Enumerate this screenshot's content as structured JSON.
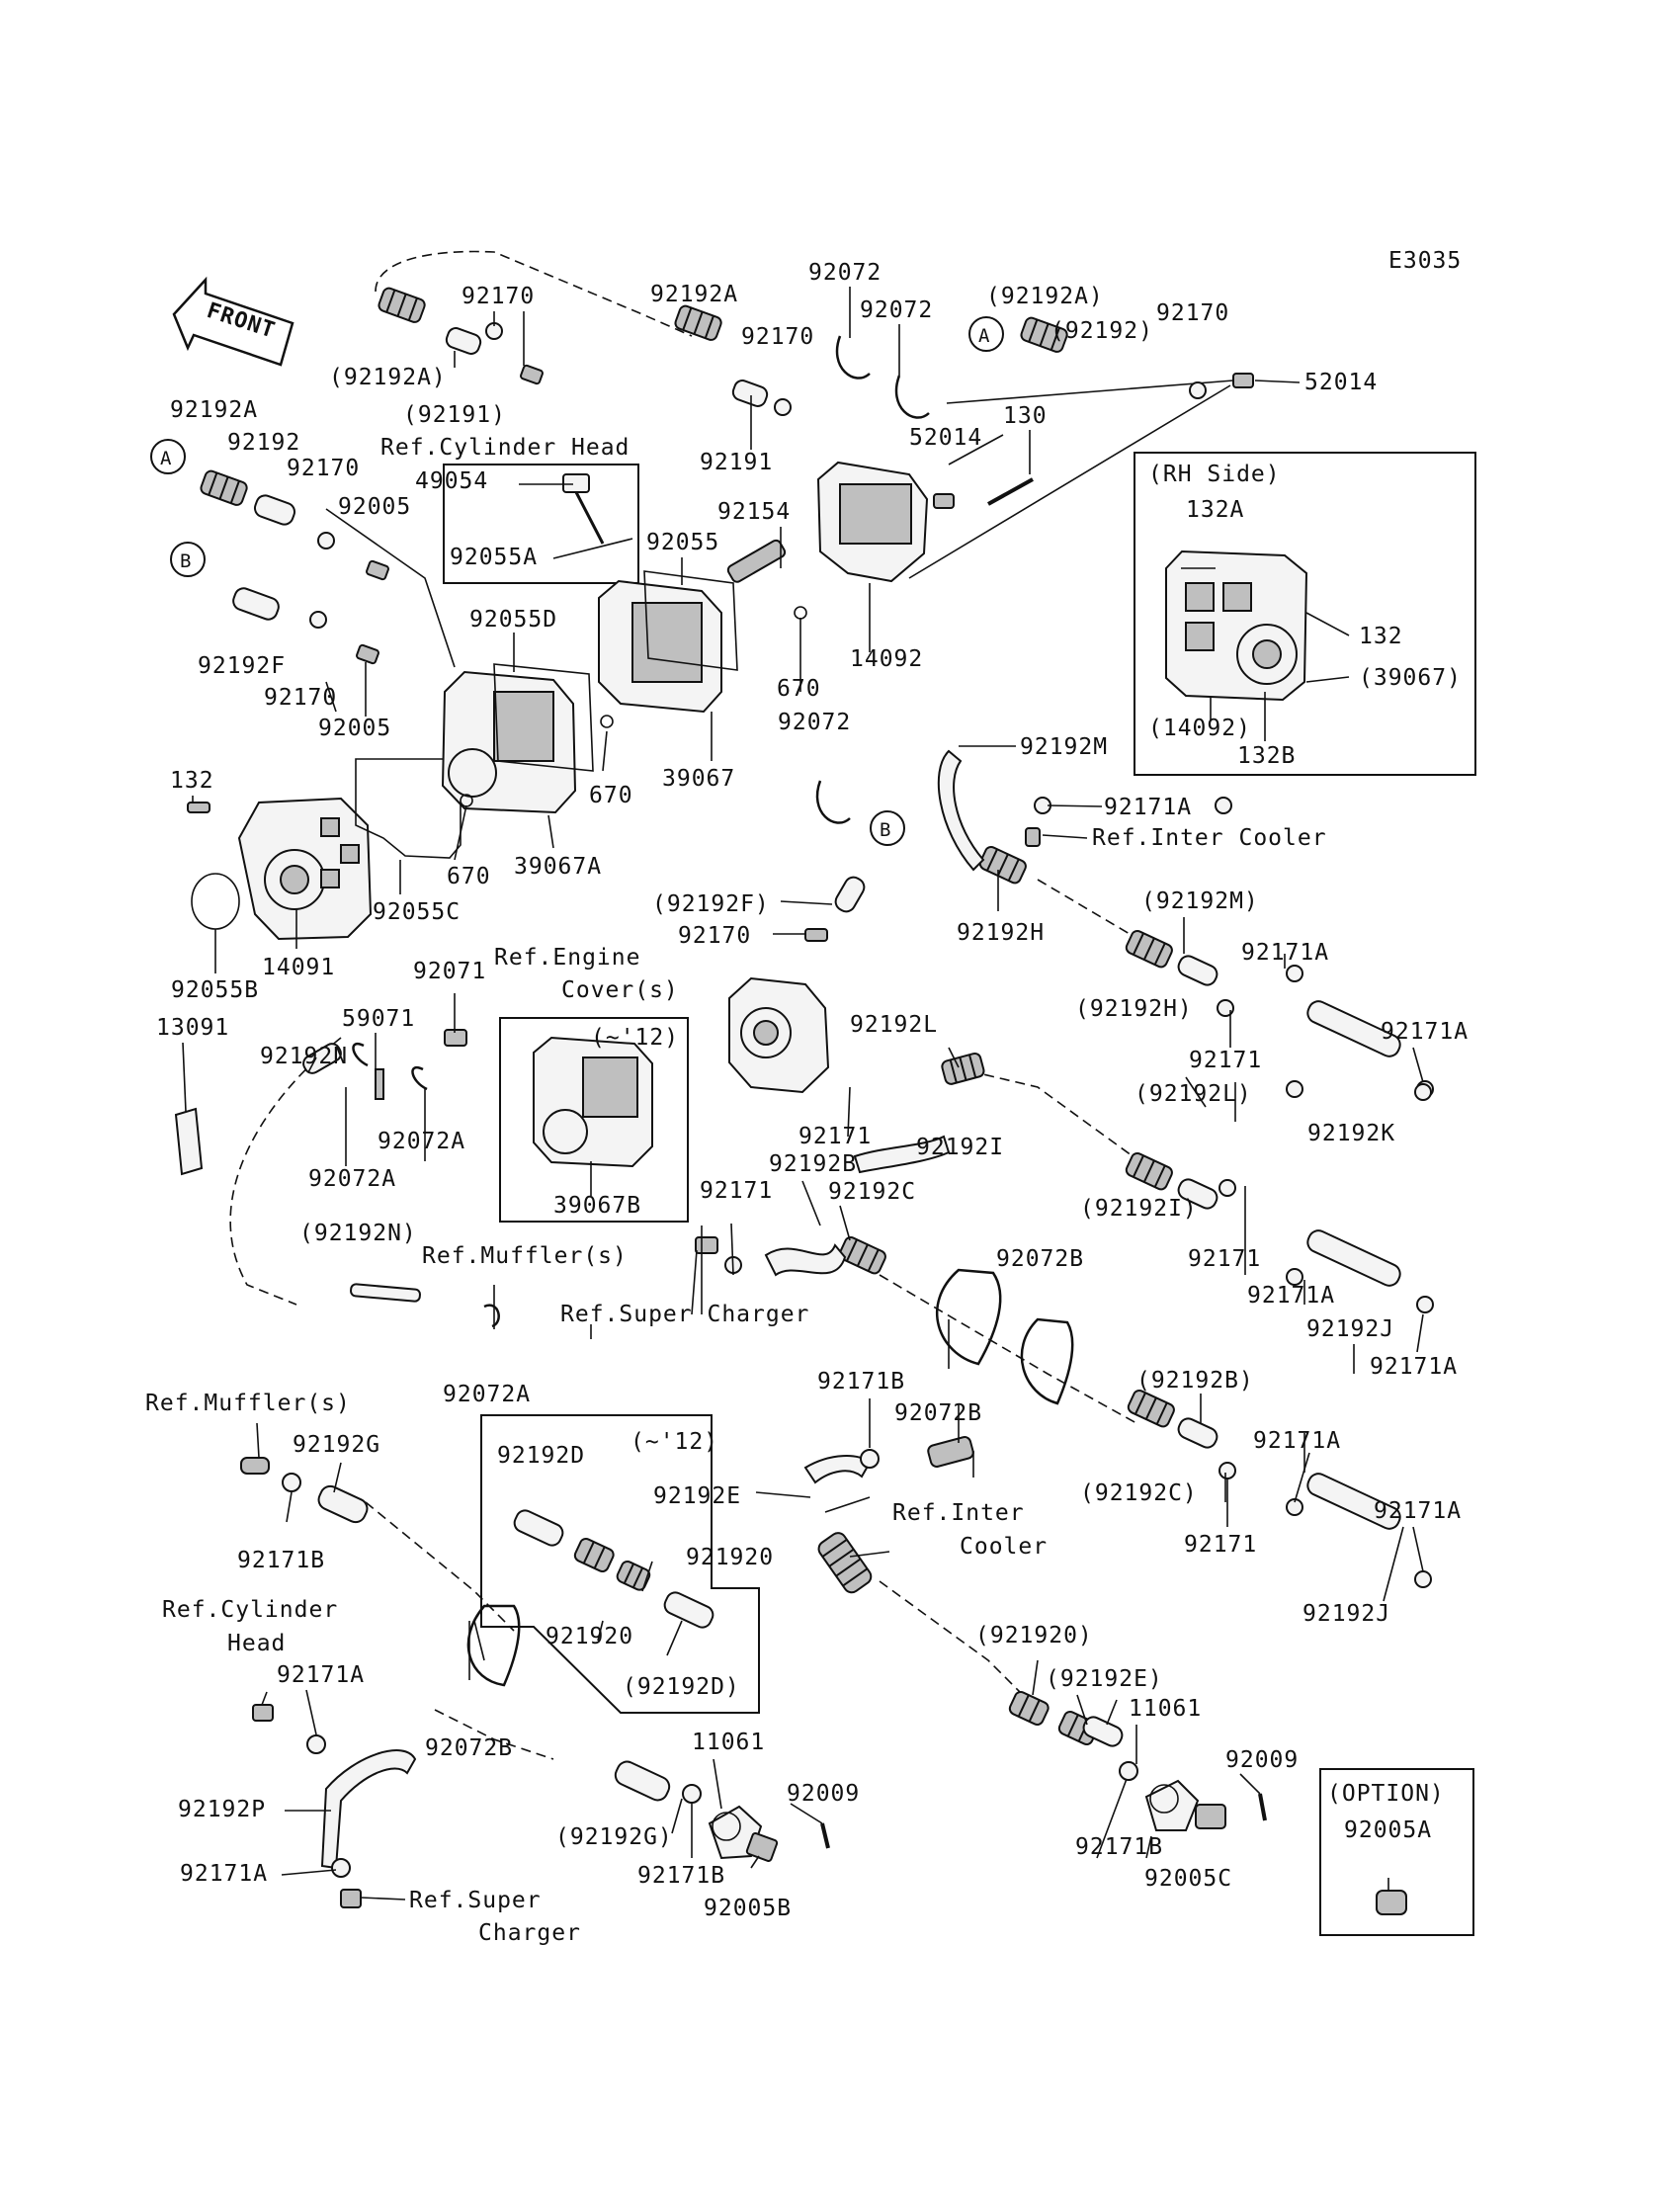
{
  "diagram_code": "E3035",
  "front_label": "FRONT",
  "callouts": {
    "a": "A",
    "b": "B"
  },
  "labels": [
    "92170",
    "92192A",
    "92072",
    "92072",
    "(92192A)",
    "92170",
    "(92192)",
    "92170",
    "52014",
    "(92192A)",
    "(92191)",
    "Ref.Cylinder Head",
    "92191",
    "52014",
    "130",
    "92192A",
    "92192",
    "92170",
    "92005",
    "49054",
    "92055A",
    "92055",
    "92154",
    "(RH Side)",
    "132A",
    "132",
    "(39067)",
    "(14092)",
    "132B",
    "92055D",
    "670",
    "14092",
    "92192F",
    "92170",
    "92005",
    "670",
    "39067",
    "92072",
    "92192M",
    "92171A",
    "Ref.Inter Cooler",
    "132",
    "670",
    "39067A",
    "92055C",
    "14091",
    "92055B",
    "(92192F)",
    "92170",
    "92192H",
    "(92192M)",
    "92171A",
    "Ref.Engine",
    "Cover(s)",
    "92071",
    "59071",
    "13091",
    "92192N",
    "(~'12)",
    "92192L",
    "(92192H)",
    "92171A",
    "92171",
    "92072A",
    "92072A",
    "92192I",
    "92171",
    "92192K",
    "39067B",
    "92192B",
    "92171",
    "92192C",
    "(92192L)",
    "(92192I)",
    "92171",
    "(92192N)",
    "Ref.Muffler(s)",
    "92072B",
    "92171A",
    "92192J",
    "Ref.Super Charger",
    "92171A",
    "92072A",
    "92171B",
    "(92192B)",
    "92072B",
    "Ref.Muffler(s)",
    "92192G",
    "92192D",
    "(~'12)",
    "92192E",
    "Ref.Inter",
    "92171A",
    "Cooler",
    "(92192C)",
    "92171A",
    "92171B",
    "921920",
    "92171",
    "92192J",
    "921920",
    "Ref.Cylinder",
    "Head",
    "(92192D)",
    "(921920)",
    "92171A",
    "(92192E)",
    "11061",
    "92072B",
    "11061",
    "92009",
    "92009",
    "(OPTION)",
    "92005A",
    "92192P",
    "(92192G)",
    "92171B",
    "92171B",
    "92005C",
    "92171A",
    "92005B",
    "Ref.Super",
    "Charger"
  ]
}
